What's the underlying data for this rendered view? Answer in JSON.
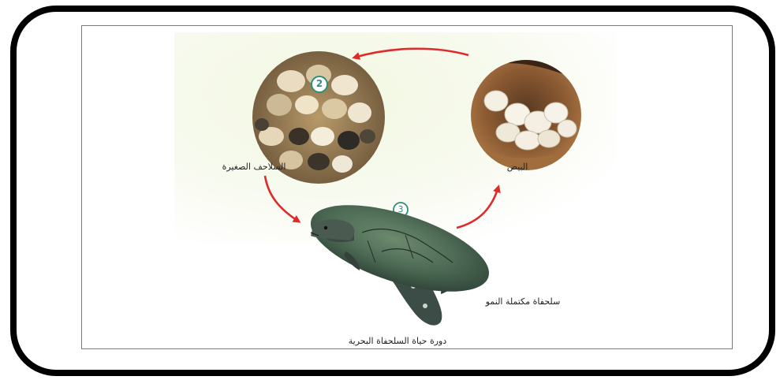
{
  "diagram": {
    "caption": "دورة حياة السلحفاة البحرية",
    "stages": [
      {
        "number": "",
        "label": "البيض",
        "image": "turtle-eggs"
      },
      {
        "number": "2",
        "label": "السلاحف الصغيرة",
        "image": "hatchlings"
      },
      {
        "number": "3",
        "label": "سلحفاة مكتملة النمو",
        "image": "adult-sea-turtle"
      }
    ],
    "colors": {
      "arrow": "#e02a2a",
      "badge_ring": "#2f8f7a",
      "border": "#000000"
    }
  }
}
